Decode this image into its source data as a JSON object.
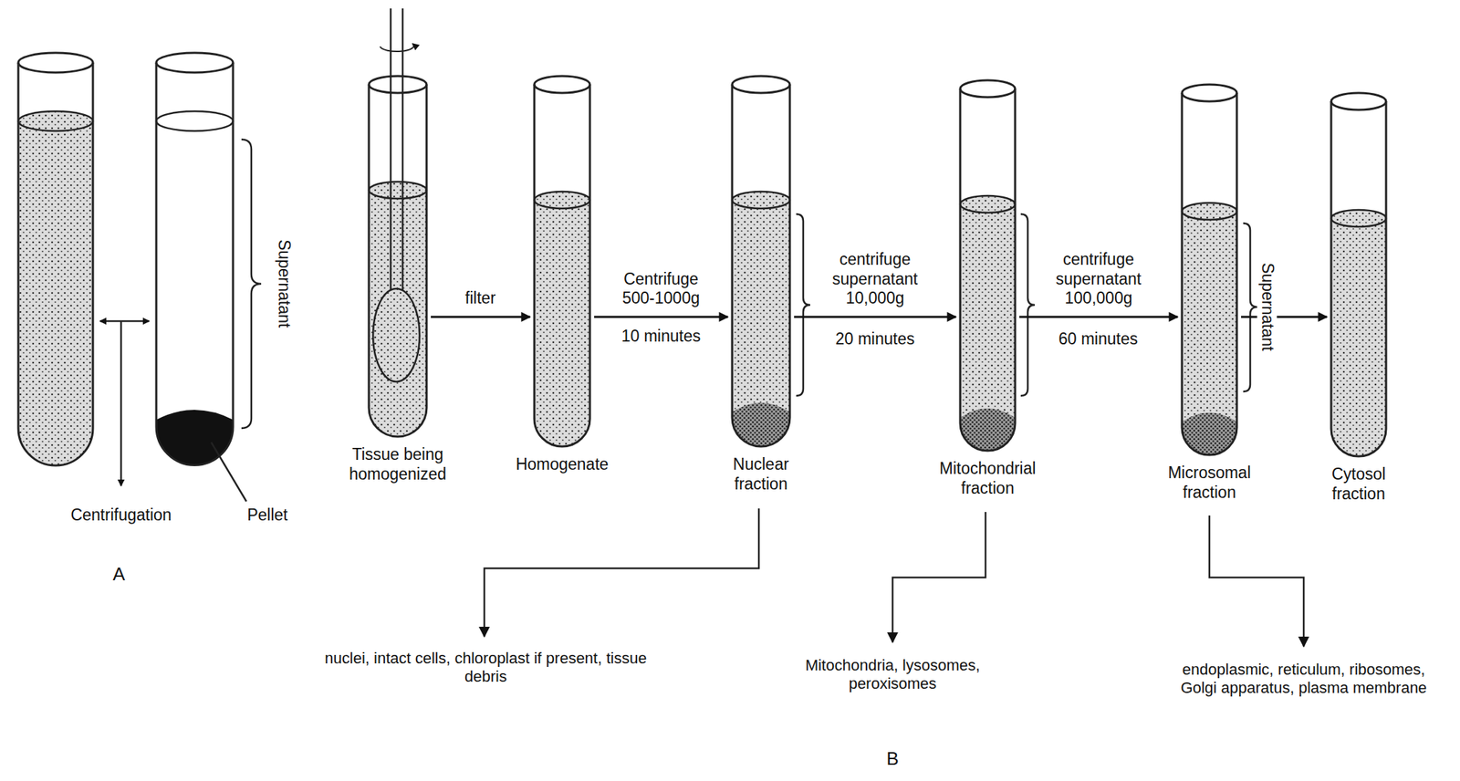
{
  "diagram": {
    "nodes": [
      {
        "text": [
          "Tissue being homogenized"
        ]
      },
      {
        "text": [
          "Homogenate"
        ]
      },
      {
        "text": [
          "Nuclear fraction"
        ]
      },
      {
        "text": [
          "Mitochondrial fraction"
        ]
      },
      {
        "text": [
          "Microsomal fraction"
        ]
      },
      {
        "text": [
          "Cytosol fraction"
        ]
      }
    ],
    "edges": [
      {
        "from": 0,
        "to": 1,
        "label": "filter",
        "arrow": "to"
      },
      {
        "from": 1,
        "to": 2,
        "label": "Centrifuge 500-1000g",
        "arrow": "to"
      },
      {
        "from": 2,
        "to": 3,
        "label": "centrifuge supernatant 10,000g",
        "arrow": "to"
      },
      {
        "from": 3,
        "to": 4,
        "label": "centrifuge supernatant 100,000g",
        "arrow": "to"
      },
      {
        "from": 4,
        "to": 5,
        "arrow": "to"
      }
    ],
    "labels": [
      "Supernatant",
      "Centrifugation",
      "Pellet",
      "A",
      "10 minutes",
      "20 minutes",
      "60 minutes",
      "Supernatant",
      "nuclei, intact cells, chloroplast if present, tissue debris",
      "Mitochondria, lysosomes, peroxisomes",
      "endoplasmic, reticulum, ribosomes, Golgi apparatus, plasma membrane",
      "B"
    ]
  }
}
